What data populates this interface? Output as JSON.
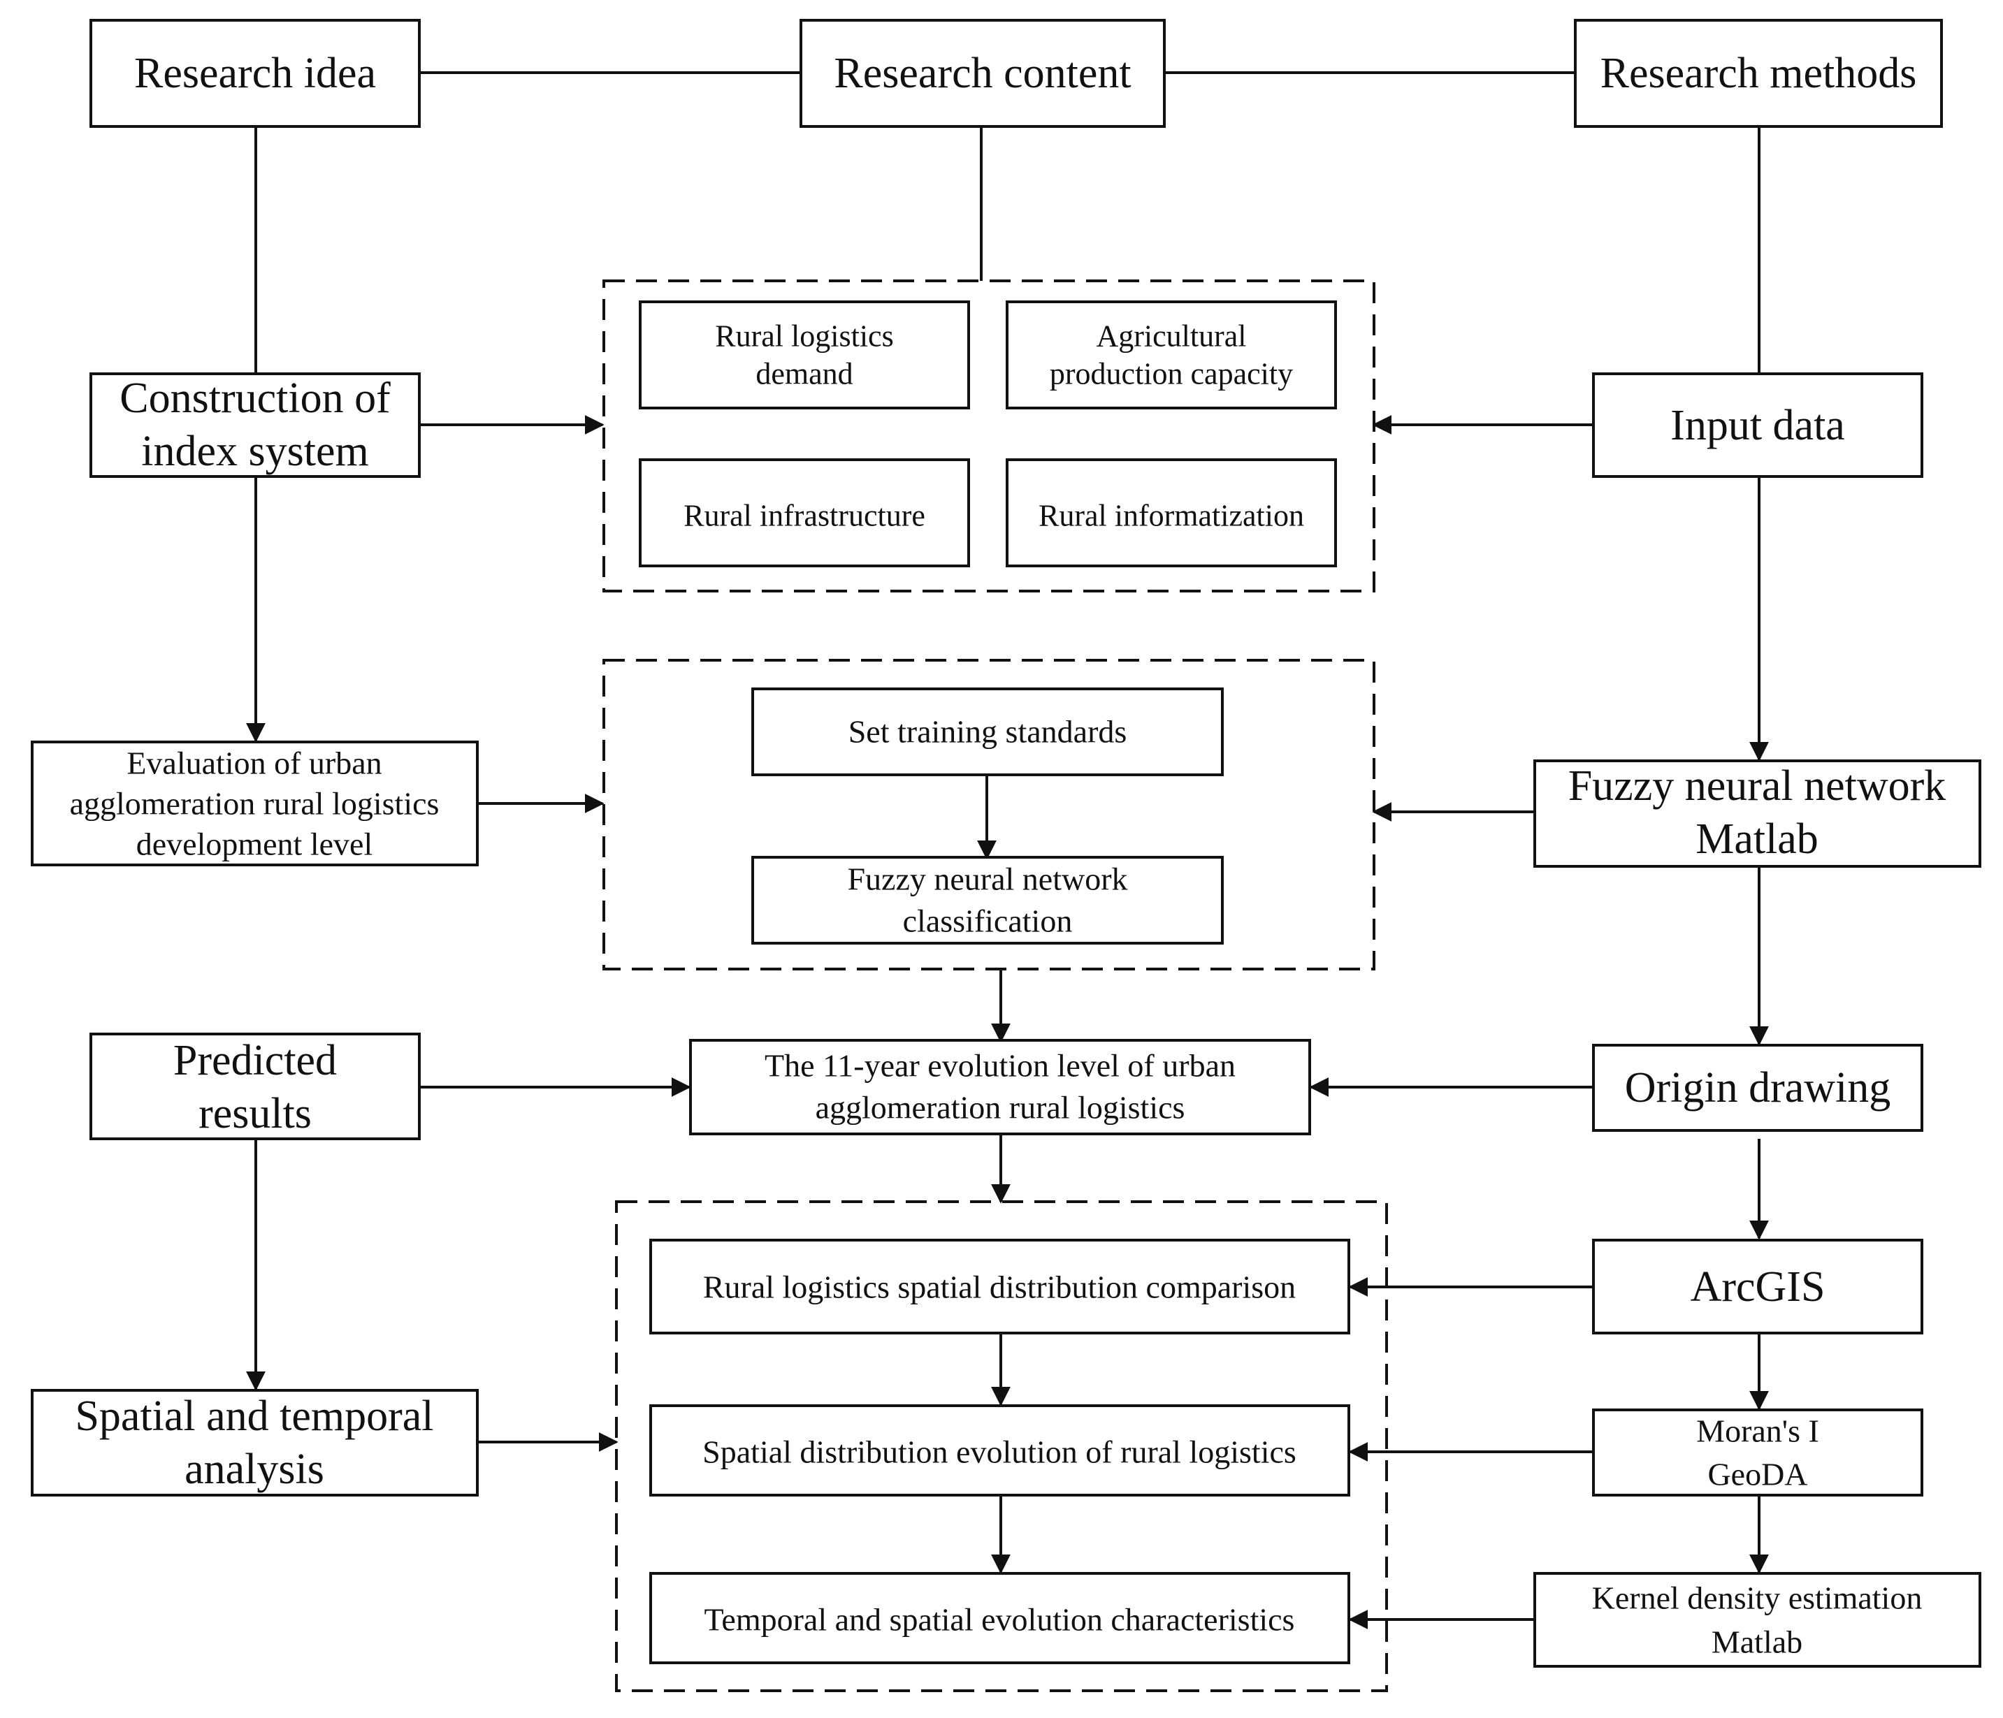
{
  "header": {
    "research_idea": "Research idea",
    "research_content": "Research content",
    "research_methods": "Research methods"
  },
  "left": {
    "construction": [
      "Construction of",
      "index system"
    ],
    "evaluation": [
      "Evaluation of urban",
      "agglomeration rural logistics",
      "development level"
    ],
    "predicted": [
      "Predicted",
      "results"
    ],
    "spatial_temporal": [
      "Spatial and temporal",
      "analysis"
    ]
  },
  "middle": {
    "index_group": {
      "demand": [
        "Rural logistics",
        "demand"
      ],
      "agri": [
        "Agricultural",
        "production capacity"
      ],
      "infra": "Rural infrastructure",
      "info": "Rural informatization"
    },
    "fuzzy_group": {
      "set_training": "Set training standards",
      "fnn_class": [
        "Fuzzy neural network",
        "classification"
      ]
    },
    "evolution_level": [
      "The 11-year evolution level of urban",
      "agglomeration rural logistics"
    ],
    "spatial_group": {
      "comparison": "Rural logistics spatial distribution comparison",
      "evolution": "Spatial distribution evolution of rural logistics",
      "characteristics": "Temporal and spatial evolution characteristics"
    }
  },
  "right": {
    "input_data": "Input data",
    "fuzzy_matlab": [
      "Fuzzy neural network",
      "Matlab"
    ],
    "origin": "Origin drawing",
    "arcgis": "ArcGIS",
    "morans": [
      "Moran's I",
      "GeoDA"
    ],
    "kernel": [
      "Kernel density estimation",
      "Matlab"
    ]
  }
}
